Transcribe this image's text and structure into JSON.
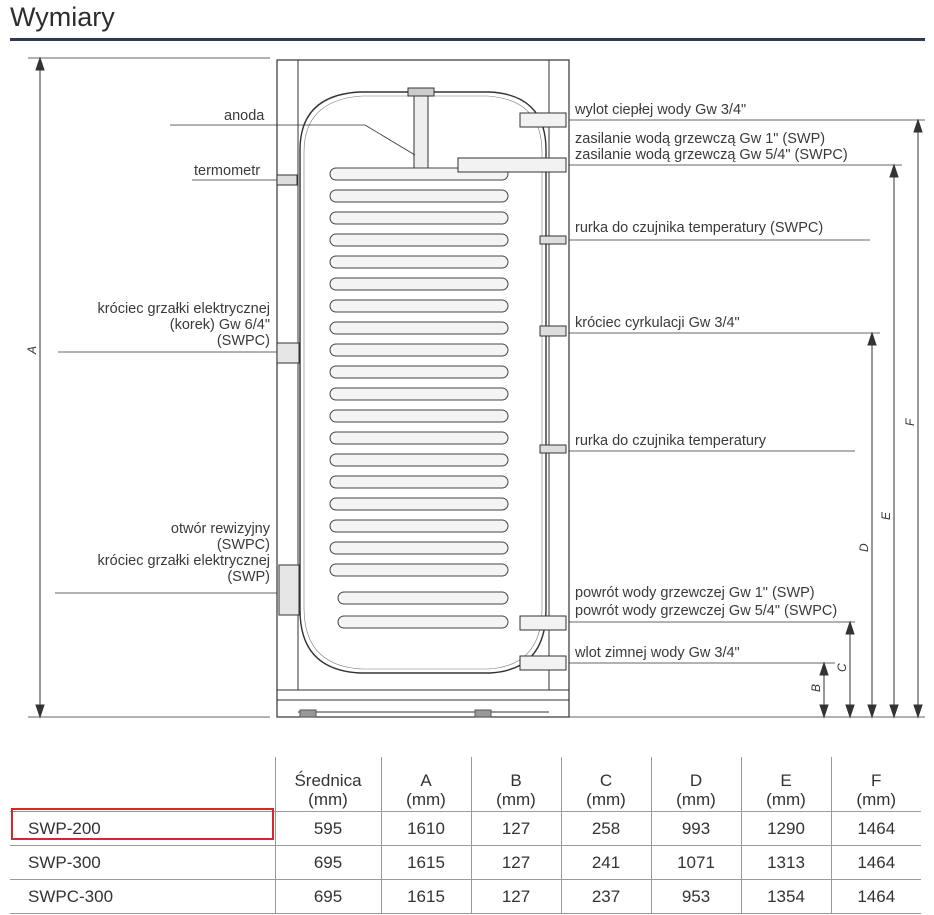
{
  "title": "Wymiary",
  "labels_left": {
    "anoda": "anoda",
    "termometr": "termometr",
    "krociec_elektr_line1": "króciec grzałki elektrycznej",
    "krociec_elektr_line2": "(korek) Gw 6/4\"",
    "krociec_elektr_line3": "(SWPC)",
    "otwor_line1": "otwór rewizyjny",
    "otwor_line2": "(SWPC)",
    "otwor_line3": "króciec grzałki elektrycznej",
    "otwor_line4": "(SWP)"
  },
  "labels_right": {
    "wylot": "wylot ciepłej wody Gw 3/4\"",
    "zasilanie1": "zasilanie wodą grzewczą Gw 1\" (SWP)",
    "zasilanie2": "zasilanie wodą grzewczą Gw 5/4\" (SWPC)",
    "rurka_swpc": "rurka do czujnika temperatury (SWPC)",
    "cyrkulacja": "króciec cyrkulacji Gw 3/4\"",
    "rurka": "rurka do czujnika temperatury",
    "powrot1": "powrót wody grzewczej Gw 1\" (SWP)",
    "powrot2": "powrót wody grzewczej Gw 5/4\" (SWPC)",
    "wlot": "wlot zimnej wody Gw 3/4\""
  },
  "dimension_letters": {
    "A": "A",
    "B": "B",
    "C": "C",
    "D": "D",
    "E": "E",
    "F": "F"
  },
  "table": {
    "headers": [
      {
        "line1": "Średnica",
        "line2": "(mm)"
      },
      {
        "line1": "A",
        "line2": "(mm)"
      },
      {
        "line1": "B",
        "line2": "(mm)"
      },
      {
        "line1": "C",
        "line2": "(mm)"
      },
      {
        "line1": "D",
        "line2": "(mm)"
      },
      {
        "line1": "E",
        "line2": "(mm)"
      },
      {
        "line1": "F",
        "line2": "(mm)"
      }
    ],
    "rows": [
      {
        "model": "SWP-200",
        "values": [
          "595",
          "1610",
          "127",
          "258",
          "993",
          "1290",
          "1464"
        ],
        "highlighted": true
      },
      {
        "model": "SWP-300",
        "values": [
          "695",
          "1615",
          "127",
          "241",
          "1071",
          "1313",
          "1464"
        ],
        "highlighted": false
      },
      {
        "model": "SWPC-300",
        "values": [
          "695",
          "1615",
          "127",
          "237",
          "953",
          "1354",
          "1464"
        ],
        "highlighted": false
      }
    ]
  },
  "colors": {
    "title_rule": "#2d3a4f",
    "highlight": "#d8262e",
    "line": "#333333"
  }
}
